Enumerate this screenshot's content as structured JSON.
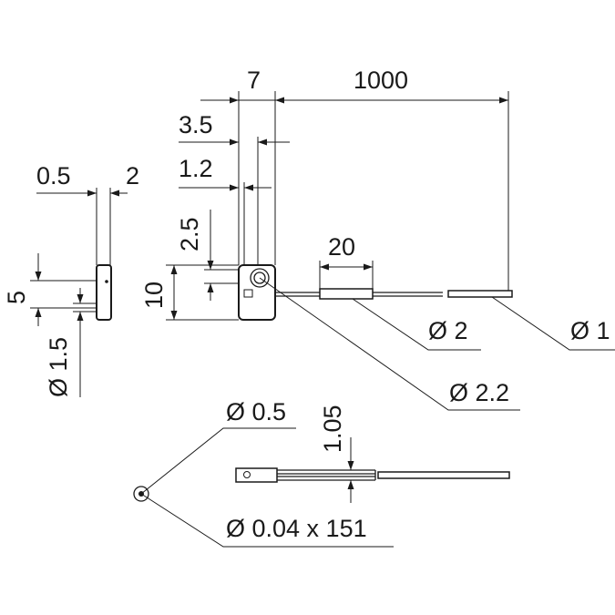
{
  "dimensions": {
    "width_7": "7",
    "length_1000": "1000",
    "offset_3_5": "3.5",
    "offset_1_2": "1.2",
    "height_2_5": "2.5",
    "height_10": "10",
    "sleeve_20": "20",
    "diameter_2": "Ø 2",
    "diameter_1": "Ø 1",
    "diameter_2_2": "Ø 2.2",
    "side_0_5": "0.5",
    "side_2": "2",
    "side_5": "5",
    "side_dia_1_5": "Ø 1.5",
    "bottom_dia_0_5": "Ø 0.5",
    "bottom_1_05": "1.05",
    "bottom_strands": "Ø 0.04 x 151"
  }
}
